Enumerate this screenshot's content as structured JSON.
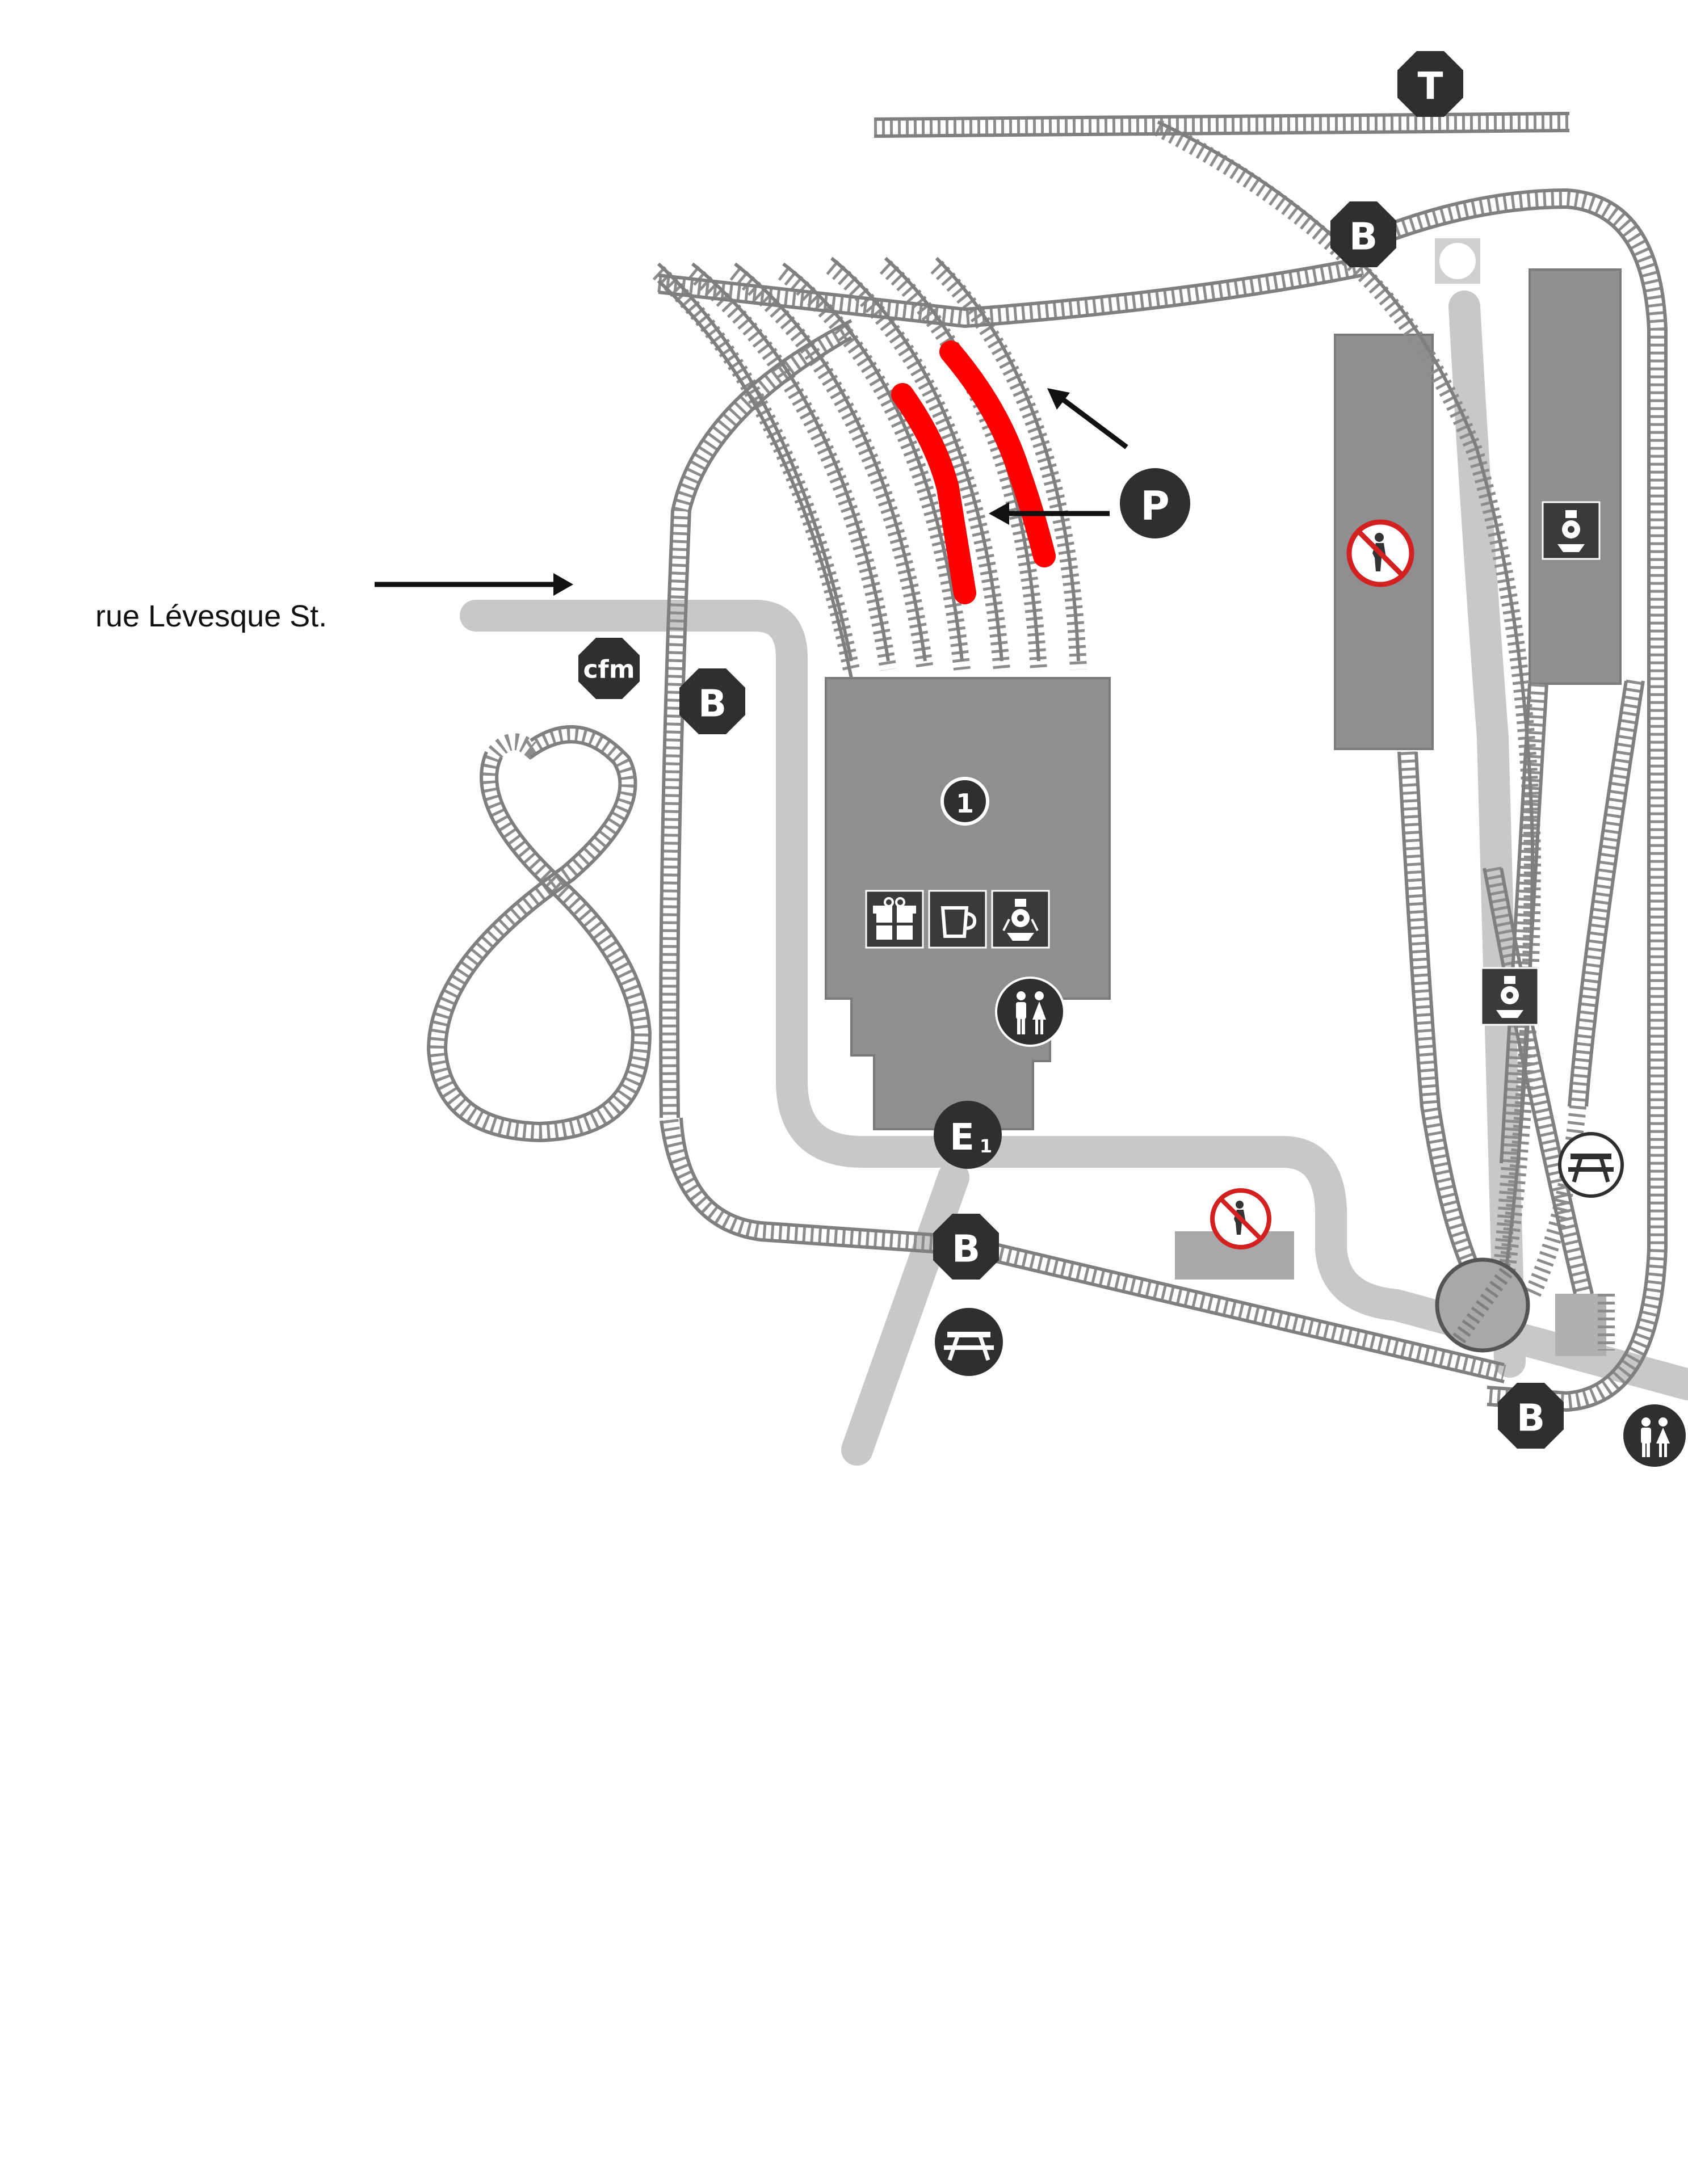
{
  "street": {
    "label": "rue Lévesque St."
  },
  "markers": {
    "t_label": "T",
    "b_label": "B",
    "p_label": "P",
    "e_label": "E",
    "e_sub": "1",
    "one_label": "1",
    "cfm_label": "cfm"
  },
  "colors": {
    "track_gray": "#8c8c8c",
    "path_gray": "#c8c8c8",
    "building_gray": "#8f8f8f",
    "badge": "#2f2f2f",
    "highlight_red": "#ff0000",
    "prohibit_red": "#d32020"
  },
  "icons": [
    "gift-icon",
    "cup-icon",
    "locomotive-icon",
    "restroom-icon",
    "picnic-table-icon",
    "no-pedestrian-icon",
    "arrow-icon"
  ]
}
